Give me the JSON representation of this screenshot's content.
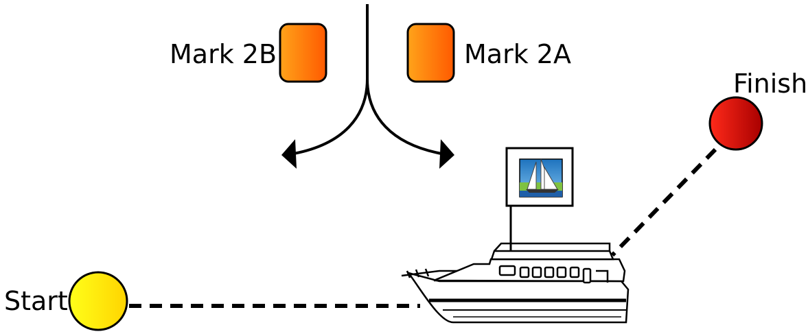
{
  "labels": {
    "mark_2b": "Mark 2B",
    "mark_2a": "Mark 2A",
    "finish": "Finish",
    "start": "Start"
  },
  "colors": {
    "mark_orange_light": "#ffa31a",
    "mark_orange_dark": "#ff5a00",
    "finish_red_light": "#ff2a1a",
    "finish_red_dark": "#a80000",
    "start_yellow_light": "#ffff1a",
    "start_yellow_dark": "#ffd400",
    "line": "#000000"
  },
  "icons": {
    "course_split": "split-arrow-icon",
    "boat": "motor-yacht-icon",
    "flag": "sailboat-flag-icon"
  }
}
